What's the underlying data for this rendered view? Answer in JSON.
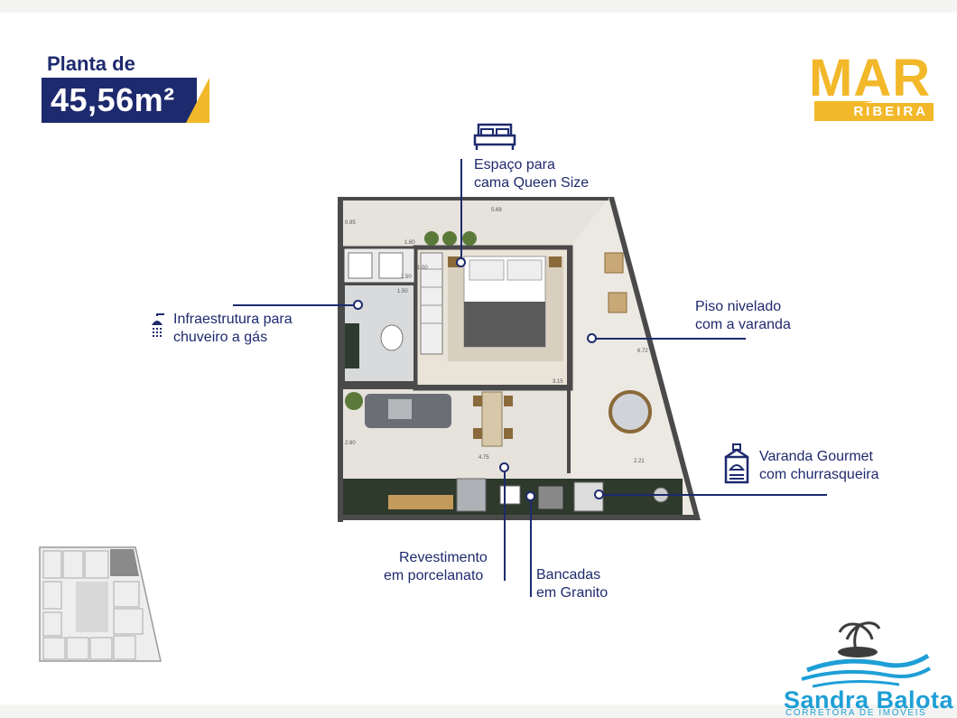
{
  "header": {
    "title_line1": "Planta de",
    "area": "45,56m²"
  },
  "logo": {
    "name": "MAR",
    "sub": "RIBEIRA"
  },
  "annotations": {
    "bed": {
      "line1": "Espaço para",
      "line2": "cama Queen Size"
    },
    "shower": {
      "line1": "Infraestrutura para",
      "line2": "chuveiro a gás"
    },
    "floor_level": {
      "line1": "Piso nivelado",
      "line2": "com a varanda"
    },
    "gourmet": {
      "line1": "Varanda Gourmet",
      "line2": "com churrasqueira"
    },
    "tiles": {
      "line1": "Revestimento",
      "line2": "em porcelanato"
    },
    "counters": {
      "line1": "Bancadas",
      "line2": "em Granito"
    }
  },
  "plan_dimensions": {
    "top": "5.69",
    "left_top": "0.95",
    "bath_w": "1.50",
    "closet": "1.00",
    "bath_h": "1.50",
    "bath_small": "1.60",
    "bed_w": "3.15",
    "right_side": "6.72",
    "living_h": "2.60",
    "living_w": "4.75",
    "balcony_w": "2.21"
  },
  "brand": {
    "name": "Sandra Balota",
    "tagline": "CORRETORA DE IMÓVEIS"
  },
  "colors": {
    "navy": "#1e2a6e",
    "gold": "#f2b829",
    "brand_blue": "#1e9fd6"
  }
}
